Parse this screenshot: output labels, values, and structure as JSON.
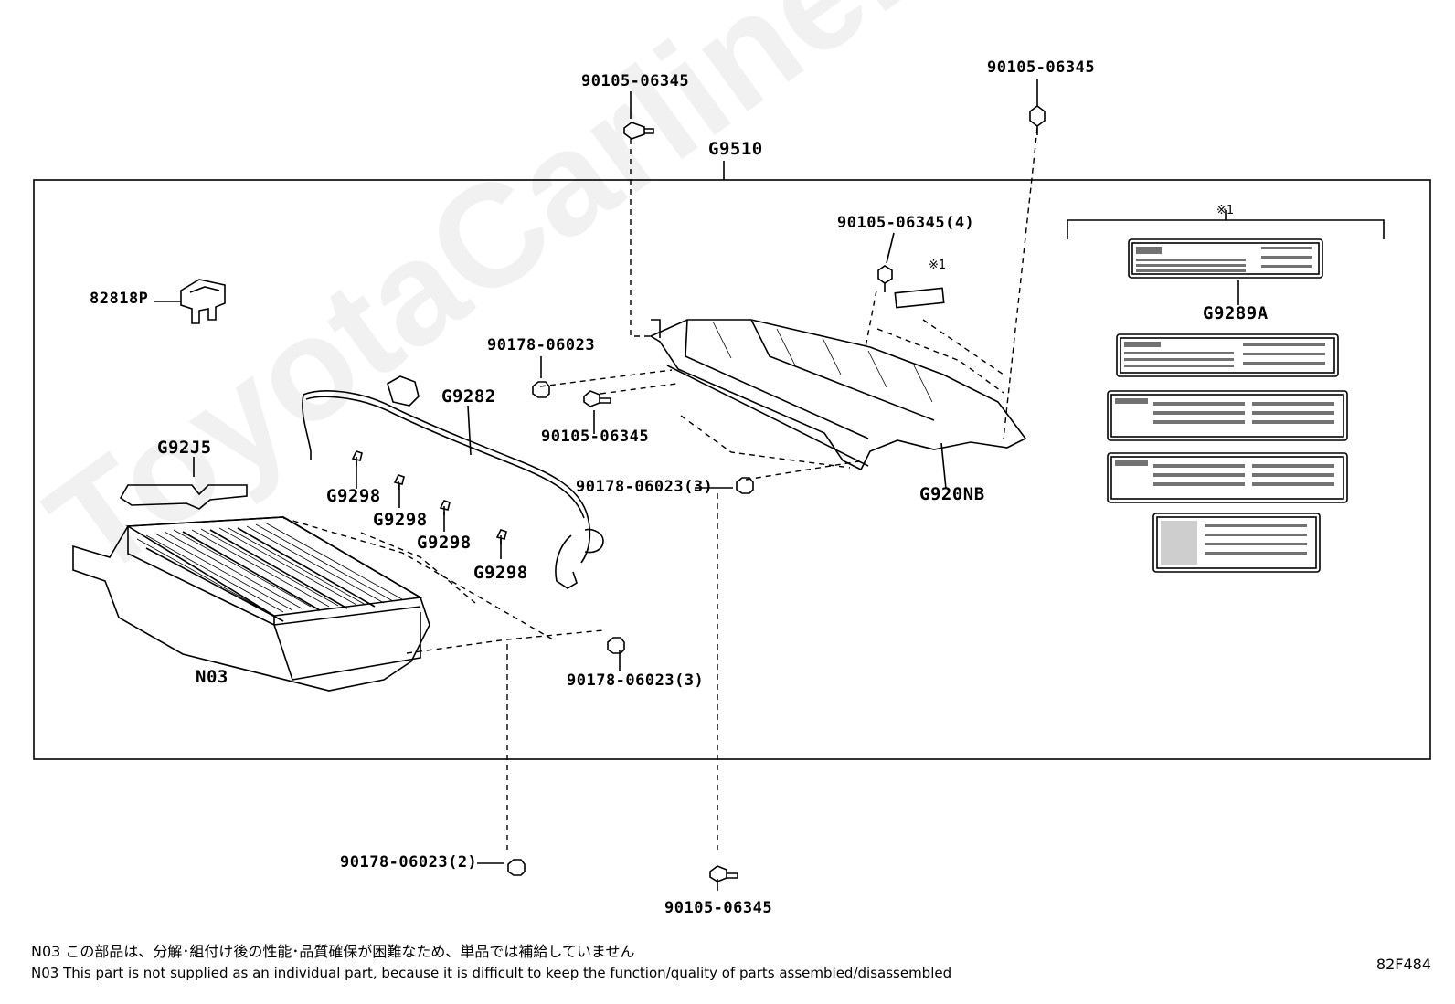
{
  "watermark": "ToyotaCarline.ru",
  "assembly_label": "G9510",
  "parts": {
    "bolt_top_left": "90105-06345",
    "bolt_top_right": "90105-06345",
    "bolt_cover_4": "90105-06345(4)",
    "cover_mark": "※1",
    "clip": "82818P",
    "nut_1": "90178-06023",
    "wire": "G9282",
    "bolt_mid": "90105-06345",
    "pad": "G92J5",
    "nut_3a": "90178-06023(3)",
    "cover": "G920NB",
    "clamp_1": "G9298",
    "clamp_2": "G9298",
    "clamp_3": "G9298",
    "clamp_4": "G9298",
    "battery": "N03",
    "nut_3b": "90178-06023(3)",
    "nut_2": "90178-06023(2)",
    "bolt_bottom": "90105-06345",
    "label_set_mark": "※1",
    "label": "G9289A"
  },
  "notes": {
    "jp": "N03 この部品は、分解･組付け後の性能･品質確保が困難なため、単品では補給していません",
    "en": "N03 This part is not supplied as an individual part, because it is difficult to keep the function/quality of parts assembled/disassembled"
  },
  "figure_code": "82F484"
}
